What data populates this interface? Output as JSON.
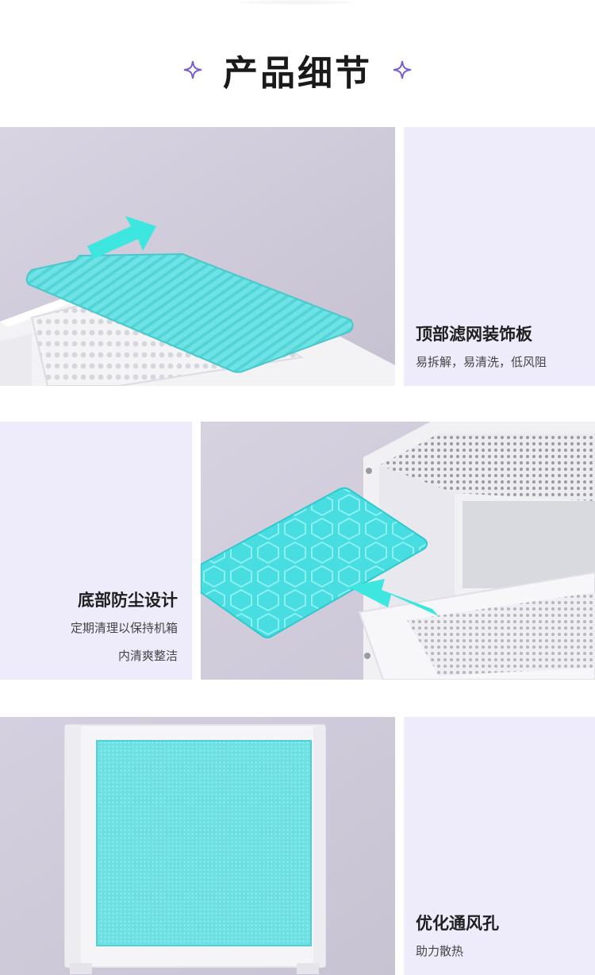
{
  "header": {
    "title": "产品细节",
    "sparkle_color": "#7a5fc9",
    "icons": [
      "sparkle-icon",
      "sparkle-icon"
    ]
  },
  "colors": {
    "panel_bg": "#eeebfa",
    "photo_bg": "#cfcbd9",
    "filter_cyan": "#5fe1e4",
    "arrow_cyan": "#3ee6e0"
  },
  "sections": [
    {
      "title": "顶部滤网装饰板",
      "desc_lines": [
        "易拆解，易清洗，低风阻"
      ]
    },
    {
      "title": "底部防尘设计",
      "desc_lines": [
        "定期清理以保持机箱",
        "内清爽整洁"
      ]
    },
    {
      "title": "优化通风孔",
      "desc_lines": [
        "助力散热"
      ]
    }
  ]
}
